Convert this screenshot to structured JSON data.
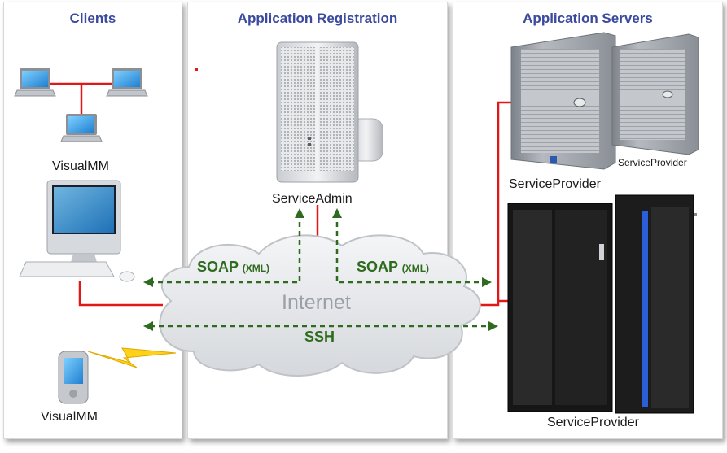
{
  "colors": {
    "title": "#3a4a9e",
    "link_line": "#e01818",
    "protocol": "#2e6b1e",
    "cloud_text": "#9aa0a8"
  },
  "panels": {
    "clients": "Clients",
    "registration": "Application Registration",
    "servers": "Application Servers"
  },
  "nodes": {
    "visualmm_pcs": "VisualMM",
    "visualmm_mobile": "VisualMM",
    "service_admin": "ServiceAdmin",
    "provider_tower_1": "ServiceProvider",
    "provider_tower_2": "ServiceProvider",
    "provider_mainframe": "ServiceProvider"
  },
  "network": {
    "cloud": "Internet",
    "soap_left": "SOAP",
    "soap_left_sub": "(XML)",
    "soap_right": "SOAP",
    "soap_right_sub": "(XML)",
    "ssh": "SSH"
  },
  "icons": [
    "laptop-icon",
    "imac-icon",
    "pda-icon",
    "lightning-icon",
    "server-tower-icon",
    "mainframe-icon",
    "cloud-icon"
  ]
}
